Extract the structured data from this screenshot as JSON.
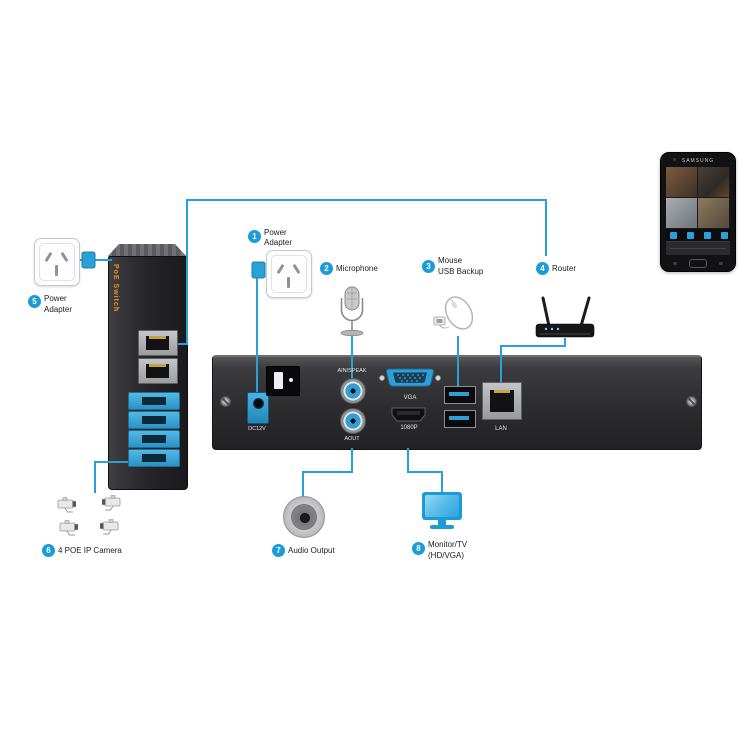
{
  "colors": {
    "line": "#2aa0d8",
    "badge": "#1b9cd8",
    "port_blue": "#2f9fd6",
    "brand_orange": "#f7931e",
    "monitor_blue": "#1d9bd7"
  },
  "callouts": {
    "power_adapter_top": {
      "num": "1",
      "line1": "Power",
      "line2": "Adapter"
    },
    "microphone": {
      "num": "2",
      "label": "Microphone"
    },
    "mouse": {
      "num": "3",
      "line1": "Mouse",
      "line2": "USB Backup"
    },
    "router": {
      "num": "4",
      "label": "Router"
    },
    "power_adapter_left": {
      "num": "5",
      "line1": "Power",
      "line2": "Adapter"
    },
    "poe_camera": {
      "num": "6",
      "label": "4 POE IP Camera"
    },
    "audio_output": {
      "num": "7",
      "label": "Audio Output"
    },
    "monitor": {
      "num": "8",
      "line1": "Monitor/TV",
      "line2": "(HD/VGA)"
    }
  },
  "nvr_panel": {
    "dc_label": "DC12V",
    "ain_label": "AIN/SPEAK",
    "aout_label": "AOUT",
    "vga_label": "VGA",
    "hdmi_label": "1080P",
    "lan_label": "LAN"
  },
  "poe_switch": {
    "brand": "PoE Switch"
  },
  "phone": {
    "brand": "SAMSUNG"
  }
}
